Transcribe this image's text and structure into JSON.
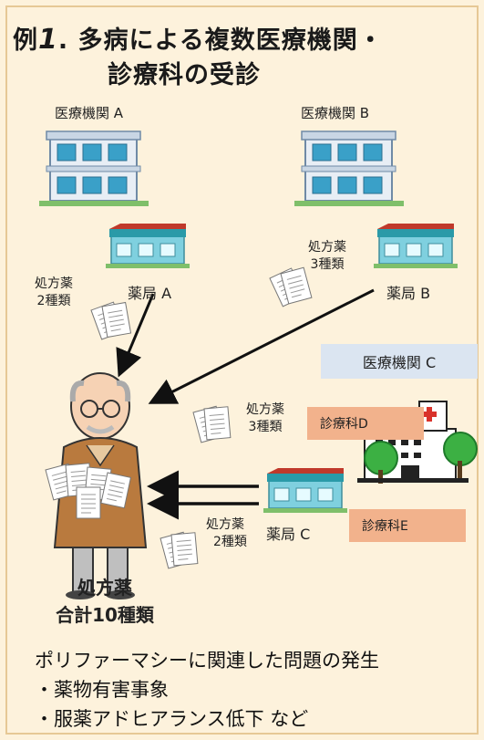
{
  "title": {
    "line1_prefix": "例",
    "line1_number": "1",
    "line1_rest": ". 多病による複数医療機関・",
    "line2": "診療科の受診"
  },
  "institutions": {
    "a": "医療機関 A",
    "b": "医療機関 B",
    "c": "医療機関 C"
  },
  "pharmacies": {
    "a": "薬局 A",
    "b": "薬局 B",
    "c": "薬局 C"
  },
  "prescriptions": {
    "a_line1": "処方薬",
    "a_line2": "2種類",
    "b_line1": "処方薬",
    "b_line2": "3種類",
    "d_line1": "処方薬",
    "d_line2": "3種類",
    "e_line1": "処方薬",
    "e_line2": "2種類"
  },
  "departments": {
    "d": "診療科D",
    "e": "診療科E"
  },
  "total": {
    "line1": "処方薬",
    "line2": "合計10種類"
  },
  "problems": {
    "heading": "ポリファーマシーに関連した問題の発生",
    "item1": "・薬物有害事象",
    "item2": "・服薬アドヒアランス低下 など"
  },
  "colors": {
    "background": "#fdf2dc",
    "box_c": "#dbe5f1",
    "department": "#f2b28c",
    "arrow": "#111111"
  }
}
